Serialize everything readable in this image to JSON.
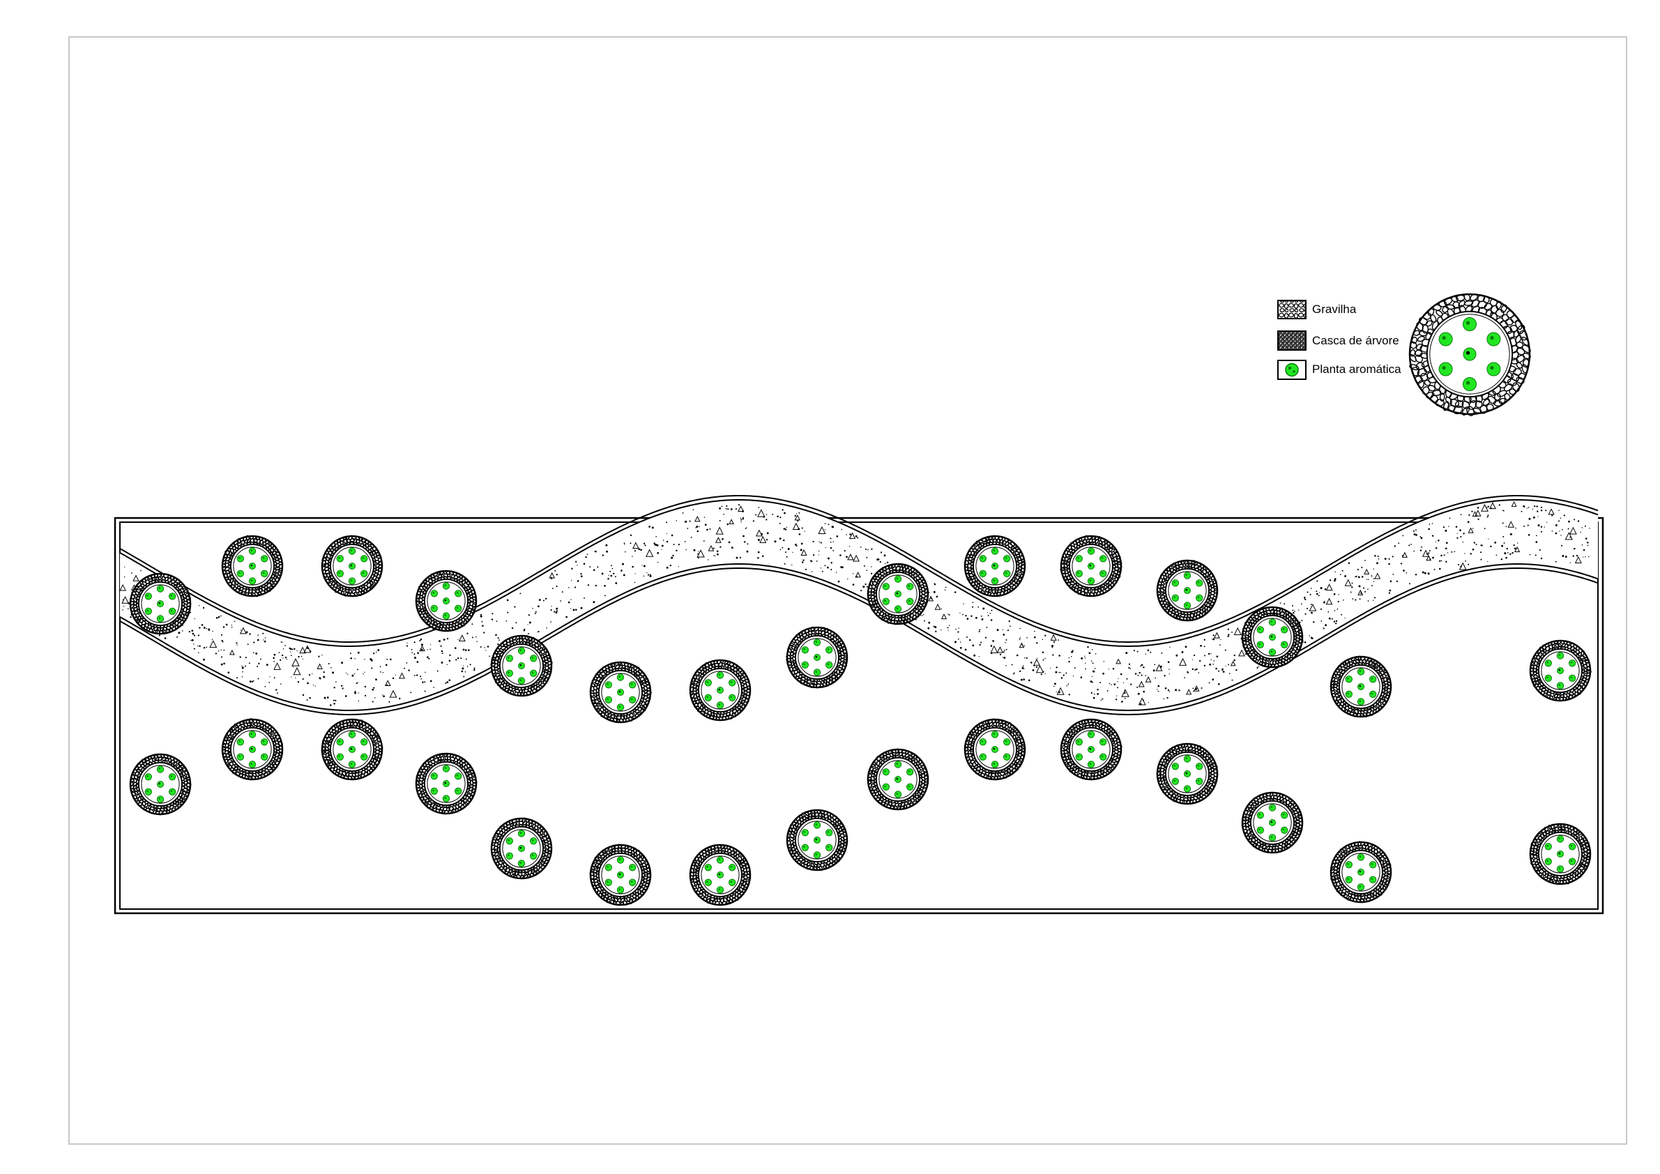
{
  "legend": {
    "items": [
      {
        "key": "gravel",
        "label": "Gravilha"
      },
      {
        "key": "bark",
        "label": "Casca de árvore"
      },
      {
        "key": "plant",
        "label": "Planta aromática"
      }
    ]
  },
  "colors": {
    "plant": "#22e622",
    "line": "#000000",
    "background": "#ffffff",
    "frame": "#cccccc"
  },
  "icons": {
    "gravel": "gravel-swatch-icon",
    "bark": "bark-swatch-icon",
    "plant": "plant-swatch-icon",
    "planter": "planter-icon"
  },
  "planters": {
    "top_row_count": 15,
    "bottom_row_count": 15,
    "plants_per_planter": 6
  }
}
